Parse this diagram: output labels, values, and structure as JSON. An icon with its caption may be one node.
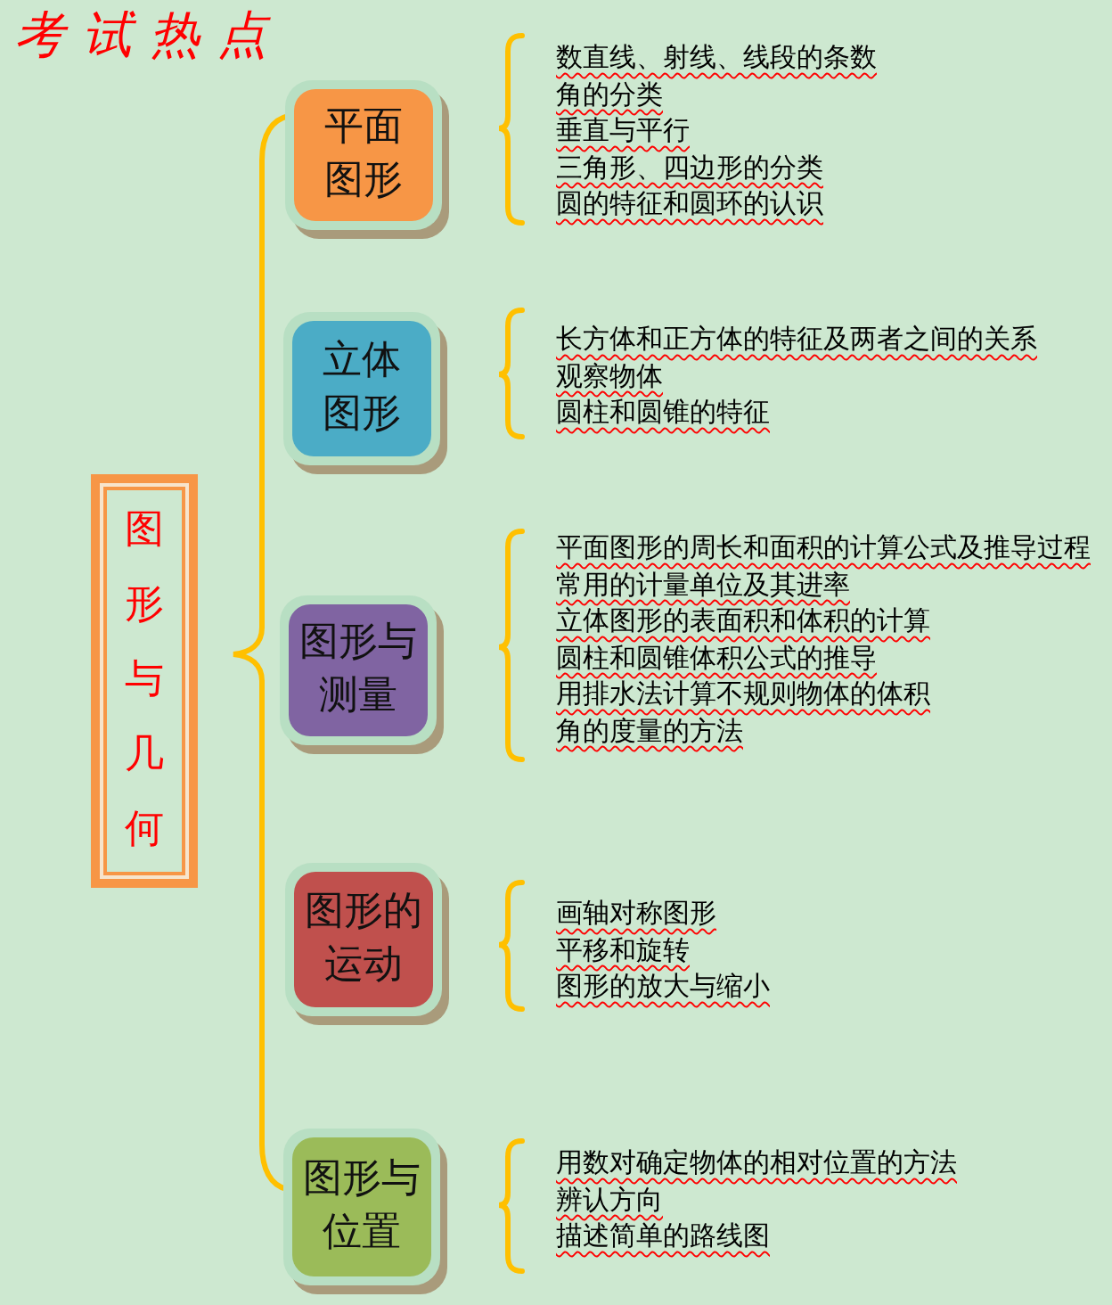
{
  "diagram": {
    "title": "考试热点",
    "nodes": [
      {
        "text": [
          "图形与几何"
        ]
      },
      {
        "text": [
          "平面图形"
        ],
        "beside": [
          "数直线、射线、线段的条数",
          "角的分类",
          "垂直与平行",
          "三角形、四边形的分类",
          "圆的特征和圆环的认识"
        ]
      },
      {
        "text": [
          "立体图形"
        ],
        "beside": [
          "长方体和正方体的特征及两者之间的关系",
          "观察物体",
          "圆柱和圆锥的特征"
        ]
      },
      {
        "text": [
          "图形与测量"
        ],
        "beside": [
          "平面图形的周长和面积的计算公式及推导过程",
          "常用的计量单位及其进率",
          "立体图形的表面积和体积的计算",
          "圆柱和圆锥体积公式的推导",
          "用排水法计算不规则物体的体积",
          "角的度量的方法"
        ]
      },
      {
        "text": [
          "图形的运动"
        ],
        "beside": [
          "画轴对称图形",
          "平移和旋转",
          "图形的放大与缩小"
        ]
      },
      {
        "text": [
          "图形与位置"
        ],
        "beside": [
          "用数对确定物体的相对位置的方法",
          "辨认方向",
          "描述简单的路线图"
        ]
      }
    ]
  }
}
